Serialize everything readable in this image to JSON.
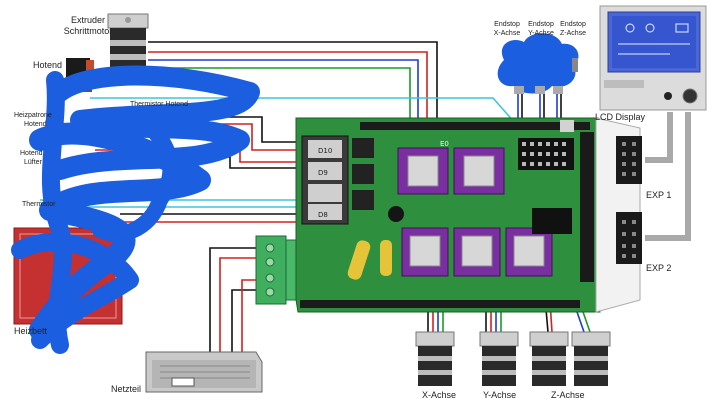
{
  "labels": {
    "extruder_line1": "Extruder",
    "extruder_line2": "Schrittmotor",
    "hotend": "Hotend",
    "heizpatrone_line1": "Heizpatrone",
    "heizpatrone_line2": "Hotend",
    "thermistor_hotend": "Thermistor Hotend",
    "hotend_luefter_line1": "Hotend",
    "hotend_luefter_line2": "Lüfter",
    "thermistor": "Thermistor",
    "heizbett": "Heizbett",
    "netzteil": "Netzteil",
    "endstop_x_line1": "Endstop",
    "endstop_x_line2": "X-Achse",
    "endstop_y_line1": "Endstop",
    "endstop_y_line2": "Y-Achse",
    "endstop_z_line1": "Endstop",
    "endstop_z_line2": "Z-Achse",
    "lcd_display": "LCD Display",
    "exp1": "EXP 1",
    "exp2": "EXP 2",
    "x_achse": "X-Achse",
    "y_achse": "Y-Achse",
    "z_achse": "Z-Achse"
  },
  "board_marks": {
    "d10": "D10",
    "d9": "D9",
    "d8": "D8",
    "e0": "E0"
  },
  "colors": {
    "board": "#2e8f3e",
    "driver": "#7a2fa0",
    "scribble": "#1c5ee0",
    "wire_red": "#d42020",
    "wire_black": "#111111",
    "wire_blue": "#1e3ad6",
    "wire_green": "#1a9a2a",
    "wire_cyan": "#3cc6d8",
    "ribbon": "#a9a9a9"
  }
}
